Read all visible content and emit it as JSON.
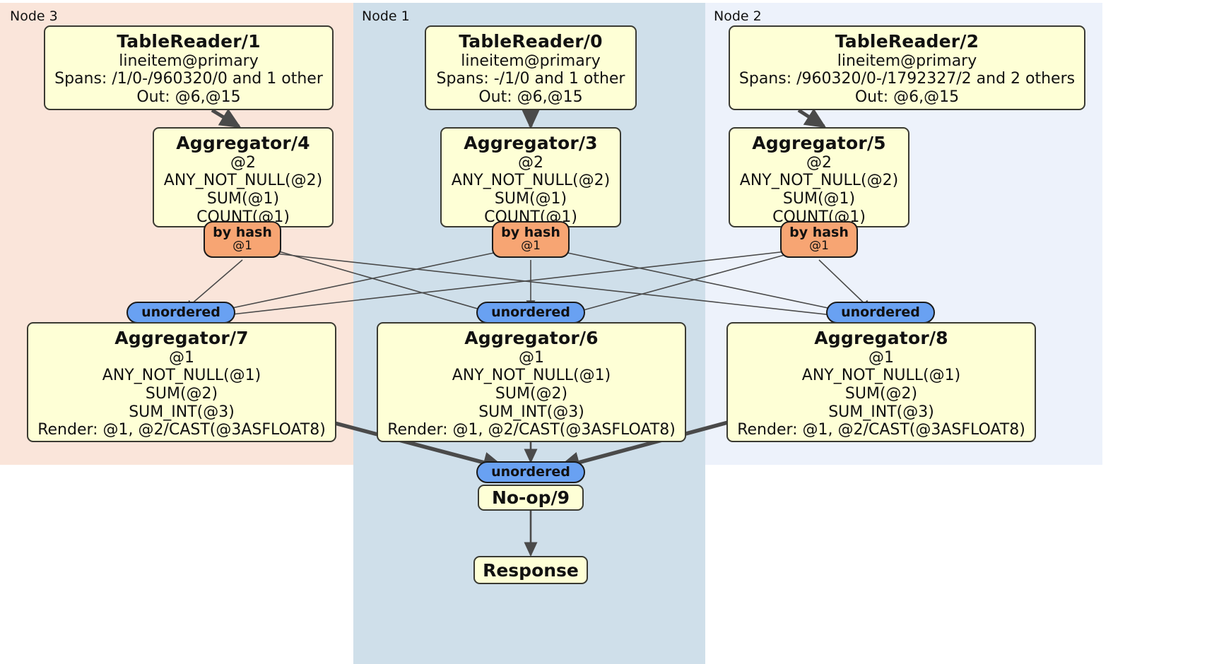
{
  "diagram": {
    "type": "distributed-query-plan",
    "colors": {
      "node3_panel": "#fae5da",
      "node1_panel": "#cfdfea",
      "node2_panel": "#edf2fb",
      "box_fill": "#feffd6",
      "box_stroke": "#3a3a32",
      "hash_pill": "#f7a573",
      "unordered_pill": "#69a1f2",
      "edge": "#4a4a4a"
    }
  },
  "panels": [
    {
      "id": "node3",
      "label": "Node 3"
    },
    {
      "id": "node1",
      "label": "Node 1"
    },
    {
      "id": "node2",
      "label": "Node 2"
    }
  ],
  "readers": [
    {
      "id": "tablereader-1",
      "title": "TableReader/1",
      "lines": [
        "lineitem@primary",
        "Spans: /1/0-/960320/0 and 1 other",
        "Out: @6,@15"
      ]
    },
    {
      "id": "tablereader-0",
      "title": "TableReader/0",
      "lines": [
        "lineitem@primary",
        "Spans: -/1/0 and 1 other",
        "Out: @6,@15"
      ]
    },
    {
      "id": "tablereader-2",
      "title": "TableReader/2",
      "lines": [
        "lineitem@primary",
        "Spans: /960320/0-/1792327/2 and 2 others",
        "Out: @6,@15"
      ]
    }
  ],
  "aggregators_top": [
    {
      "id": "aggregator-4",
      "title": "Aggregator/4",
      "lines": [
        "@2",
        "ANY_NOT_NULL(@2)",
        "SUM(@1)",
        "COUNT(@1)"
      ]
    },
    {
      "id": "aggregator-3",
      "title": "Aggregator/3",
      "lines": [
        "@2",
        "ANY_NOT_NULL(@2)",
        "SUM(@1)",
        "COUNT(@1)"
      ]
    },
    {
      "id": "aggregator-5",
      "title": "Aggregator/5",
      "lines": [
        "@2",
        "ANY_NOT_NULL(@2)",
        "SUM(@1)",
        "COUNT(@1)"
      ]
    }
  ],
  "hash_routers": [
    {
      "id": "by-hash-left",
      "label": "by hash",
      "column": "@1"
    },
    {
      "id": "by-hash-center",
      "label": "by hash",
      "column": "@1"
    },
    {
      "id": "by-hash-right",
      "label": "by hash",
      "column": "@1"
    }
  ],
  "unordered_synchronizers": [
    {
      "id": "unordered-left",
      "label": "unordered"
    },
    {
      "id": "unordered-center",
      "label": "unordered"
    },
    {
      "id": "unordered-right",
      "label": "unordered"
    },
    {
      "id": "unordered-final",
      "label": "unordered"
    }
  ],
  "aggregators_bottom": [
    {
      "id": "aggregator-7",
      "title": "Aggregator/7",
      "lines": [
        "@1",
        "ANY_NOT_NULL(@1)",
        "SUM(@2)",
        "SUM_INT(@3)",
        "Render: @1, @2/CAST(@3ASFLOAT8)"
      ]
    },
    {
      "id": "aggregator-6",
      "title": "Aggregator/6",
      "lines": [
        "@1",
        "ANY_NOT_NULL(@1)",
        "SUM(@2)",
        "SUM_INT(@3)",
        "Render: @1, @2/CAST(@3ASFLOAT8)"
      ]
    },
    {
      "id": "aggregator-8",
      "title": "Aggregator/8",
      "lines": [
        "@1",
        "ANY_NOT_NULL(@1)",
        "SUM(@2)",
        "SUM_INT(@3)",
        "Render: @1, @2/CAST(@3ASFLOAT8)"
      ]
    }
  ],
  "terminal": {
    "noop": "No-op/9",
    "response": "Response"
  }
}
